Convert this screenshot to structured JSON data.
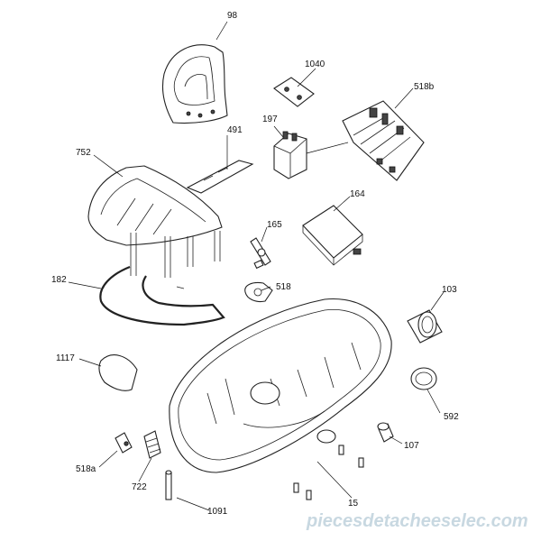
{
  "callouts": [
    {
      "id": "98",
      "text": "98"
    },
    {
      "id": "1040",
      "text": "1040"
    },
    {
      "id": "518b",
      "text": "518b"
    },
    {
      "id": "197",
      "text": "197"
    },
    {
      "id": "491",
      "text": "491"
    },
    {
      "id": "752",
      "text": "752"
    },
    {
      "id": "164",
      "text": "164"
    },
    {
      "id": "165",
      "text": "165"
    },
    {
      "id": "182",
      "text": "182"
    },
    {
      "id": "518",
      "text": "518"
    },
    {
      "id": "103",
      "text": "103"
    },
    {
      "id": "1117",
      "text": "1117"
    },
    {
      "id": "592",
      "text": "592"
    },
    {
      "id": "107",
      "text": "107"
    },
    {
      "id": "518a",
      "text": "518a"
    },
    {
      "id": "722",
      "text": "722"
    },
    {
      "id": "15",
      "text": "15"
    },
    {
      "id": "1091",
      "text": "1091"
    }
  ],
  "watermark": "piecesdetacheeselec.com",
  "colors": {
    "line": "#222222",
    "watermark": "#9ab8c8"
  }
}
